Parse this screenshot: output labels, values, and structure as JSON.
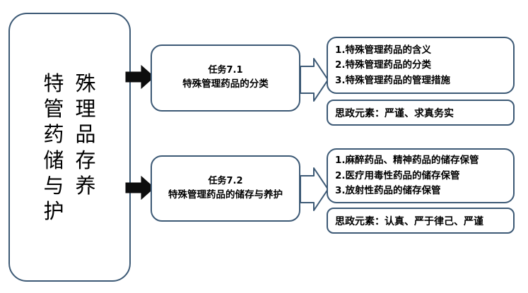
{
  "diagram": {
    "type": "flowchart",
    "title_node": {
      "name": "special-management-drug-storage-maintenance",
      "chars": [
        "特",
        "殊",
        "管",
        "理",
        "药",
        "品",
        "储",
        "存",
        "与",
        "养",
        "护"
      ]
    },
    "accent_color": "#3c5975",
    "arrow_solid_color": "#0d0d0d",
    "branches": [
      {
        "task_number": "任务7.1",
        "task_title": "特殊管理药品的分类",
        "details": [
          "1.特殊管理药品的含义",
          "2.特殊管理药品的分类",
          "3.特殊管理药品的管理措施"
        ],
        "sizheng": "思政元素：严谨、求真务实"
      },
      {
        "task_number": "任务7.2",
        "task_title": "特殊管理药品的储存与养护",
        "details": [
          "1.麻醉药品、精神药品的储存保管",
          "2.医疗用毒性药品的储存保管",
          "3.放射性药品的储存保管"
        ],
        "sizheng": "思政元素：认真、严于律己、严谨"
      }
    ],
    "arrows": [
      {
        "name": "arrow-root-to-task-1",
        "style": "solid-filled"
      },
      {
        "name": "arrow-root-to-task-2",
        "style": "solid-filled"
      },
      {
        "name": "arrow-task1-to-details",
        "style": "outlined"
      },
      {
        "name": "arrow-task2-to-details",
        "style": "outlined"
      }
    ]
  }
}
